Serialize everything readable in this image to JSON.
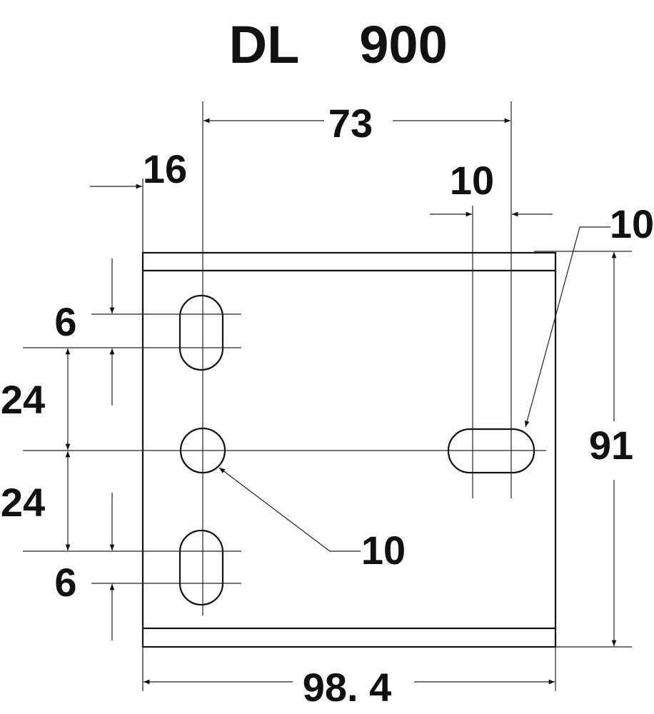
{
  "title": {
    "model": "DL",
    "number": "900"
  },
  "dimensions": {
    "hole_spacing": "73",
    "left_offset": "16",
    "slot_width": "10",
    "slot_diameter": "10",
    "top_slot_height": "6",
    "upper_spacing": "24",
    "lower_spacing": "24",
    "bottom_slot_height": "6",
    "height": "91",
    "round_hole_diameter": "10",
    "width": "98. 4"
  },
  "colors": {
    "line": "#111111",
    "background": "#ffffff"
  }
}
